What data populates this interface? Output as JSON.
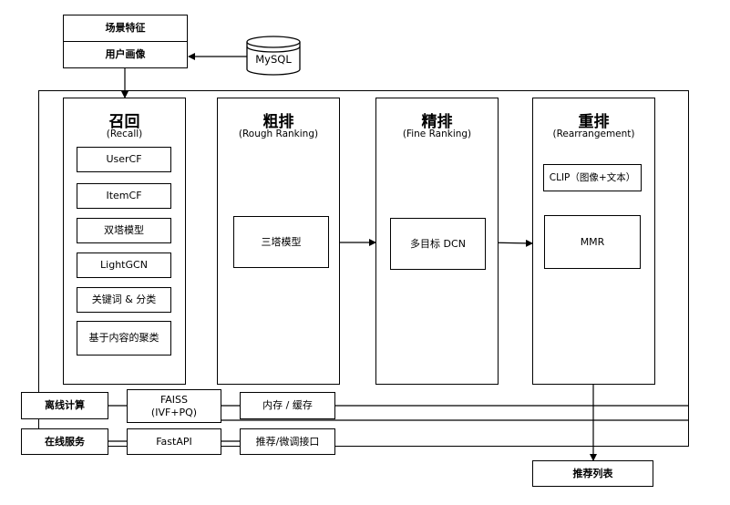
{
  "features": {
    "scene": "场景特征",
    "profile": "用户画像"
  },
  "db": {
    "label": "MySQL"
  },
  "recall": {
    "title": "召回",
    "subtitle": "(Recall)",
    "items": [
      "UserCF",
      "ItemCF",
      "双塔模型",
      "LightGCN",
      "关键词 & 分类",
      "基于内容的聚类"
    ]
  },
  "rough": {
    "title": "粗排",
    "subtitle": "(Rough Ranking)",
    "model": "三塔模型"
  },
  "fine": {
    "title": "精排",
    "subtitle": "(Fine Ranking)",
    "model": "多目标 DCN"
  },
  "rerank": {
    "title": "重排",
    "subtitle": "(Rearrangement)",
    "clip": "CLIP（图像+文本）",
    "mmr": "MMR"
  },
  "offline": {
    "label": "离线计算",
    "faiss_line1": "FAISS",
    "faiss_line2": "(IVF+PQ)",
    "storage": "内存 / 缓存"
  },
  "online": {
    "label": "在线服务",
    "api": "FastAPI",
    "interface": "推荐/微调接口"
  },
  "output": {
    "label": "推荐列表"
  }
}
